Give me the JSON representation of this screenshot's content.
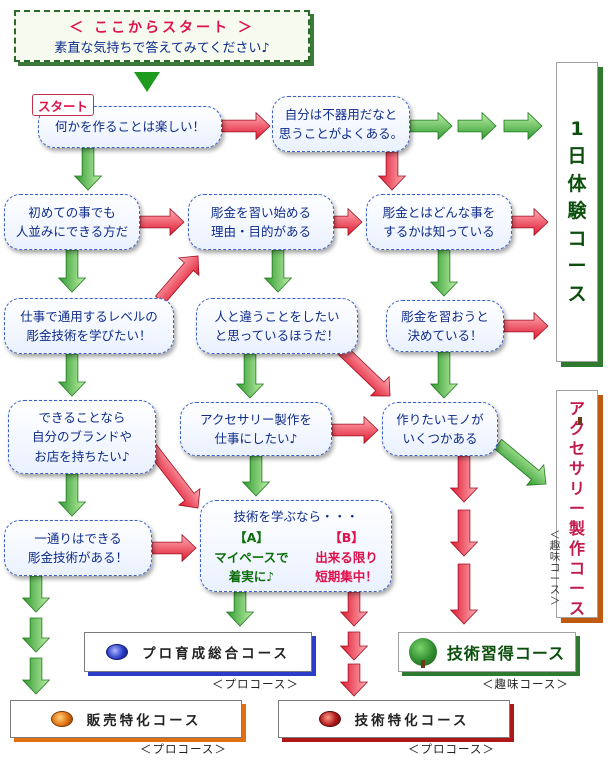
{
  "start_box": {
    "title": "＜ ここからスタート ＞",
    "subtitle": "素直な気持ちで答えてみてください♪"
  },
  "start_tag": "スタート",
  "nodes": {
    "q1": "何かを作ることは楽しい！",
    "q2": [
      "自分は不器用だなと",
      "思うことがよくある。"
    ],
    "q3": [
      "初めての事でも",
      "人並みにできる方だ"
    ],
    "q4": [
      "彫金を習い始める",
      "理由・目的がある"
    ],
    "q5": [
      "彫金とはどんな事を",
      "するかは知っている"
    ],
    "q6": [
      "仕事で通用するレベルの",
      "彫金技術を学びたい！"
    ],
    "q7": [
      "人と違うことをしたい",
      "と思っているほうだ！"
    ],
    "q8": [
      "彫金を習おうと",
      "決めている！"
    ],
    "q9": [
      "できることなら",
      "自分のブランドや",
      "お店を持ちたい♪"
    ],
    "q10": [
      "アクセサリー製作を",
      "仕事にしたい♪"
    ],
    "q11": [
      "作りたいモノが",
      "いくつかある"
    ],
    "q12": [
      "一通りはできる",
      "彫金技術がある！"
    ],
    "q13": {
      "title": "技術を学ぶなら・・・",
      "a_label": "【A】",
      "a_lines": [
        "マイペースで",
        "着実に♪"
      ],
      "b_label": "【B】",
      "b_lines": [
        "出来る限り",
        "短期集中！"
      ]
    }
  },
  "courses": {
    "one_day": {
      "title": "1日体験コース",
      "color": "#0c4f0c",
      "icon": "none"
    },
    "accessory": {
      "title": "アクセサリー製作コース",
      "sub": "＜趣味コース＞",
      "icon": "tree-icon"
    },
    "skill_master": {
      "title": "技術習得コース",
      "sub": "＜趣味コース＞",
      "icon": "tree-icon"
    },
    "pro_training": {
      "title": "プロ育成総合コース",
      "sub": "＜プロコース＞",
      "icon": "gem-blue-icon",
      "accent": "#2a3cc8"
    },
    "sales": {
      "title": "販売特化コース",
      "sub": "＜プロコース＞",
      "icon": "gem-orange-icon",
      "accent": "#e07010"
    },
    "technique": {
      "title": "技術特化コース",
      "sub": "＜プロコース＞",
      "icon": "gem-red-icon",
      "accent": "#b01818"
    }
  },
  "colors": {
    "yes_arrow": "#3ea83e",
    "no_arrow": "#e83040",
    "bubble_border": "#3a5fc8",
    "text": "#0d2b8a",
    "start_title": "#e0104a"
  }
}
